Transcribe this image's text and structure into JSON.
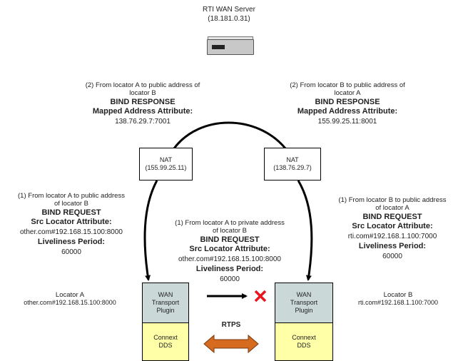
{
  "server": {
    "title": "RTI  WAN  Server",
    "address": "(18.181.0.31)",
    "icon": "server-box-icon"
  },
  "nat_a": {
    "label": "NAT",
    "address": "(155.99.25.11)"
  },
  "nat_b": {
    "label": "NAT",
    "address": "(138.76.29.7)"
  },
  "top_left": {
    "line1": "(2) From locator  A  to public address  of",
    "line2": "locator B",
    "title": "BIND RESPONSE",
    "attr": "Mapped Address  Attribute:",
    "value": "138.76.29.7:7001"
  },
  "top_right": {
    "line1": "(2) From locator  B to public address  of",
    "line2": "locator A",
    "title": "BIND RESPONSE",
    "attr": "Mapped Address  Attribute:",
    "value": "155.99.25.11:8001"
  },
  "left_msg": {
    "line1": "(1) From locator  A  to public address",
    "line2": "of locator B",
    "title": "BIND REQUEST",
    "attr": "Src Locator Attribute:",
    "value": "other.com#192.168.15.100:8000",
    "period_label": "Liveliness Period:",
    "period_value": "60000"
  },
  "center_msg": {
    "line1": "(1) From locator  A  to private address",
    "line2": "of locator B",
    "title": "BIND REQUEST",
    "attr": "Src Locator Attribute:",
    "value": "other.com#192.168.15.100:8000",
    "period_label": "Liveliness Period:",
    "period_value": "60000"
  },
  "right_msg": {
    "line1": "(1) From locator  B to public address",
    "line2": "of locator A",
    "title": "BIND REQUEST",
    "attr": "Src Locator Attribute:",
    "value": "rti.com#192.168.1.100:7000",
    "period_label": "Liveliness Period:",
    "period_value": "60000"
  },
  "locator_a": {
    "title": "Locator A",
    "address": "other.com#192.168.15.100:8000"
  },
  "locator_b": {
    "title": "Locator B",
    "address": "rti.com#192.168.1.100:7000"
  },
  "plugin_a": {
    "line1": "WAN",
    "line2": "Transport",
    "line3": "Plugin"
  },
  "plugin_b": {
    "line1": "WAN",
    "line2": "Transport",
    "line3": "Plugin"
  },
  "dds_a": {
    "line1": "Connext",
    "line2": "DDS"
  },
  "dds_b": {
    "line1": "Connext",
    "line2": "DDS"
  },
  "rtps_label": "RTPS",
  "colors": {
    "plugin_fill": "#cbd8d8",
    "dds_fill": "#ffffa8",
    "rtps_arrow": "#d66a1e",
    "blocked_x": "#e8141e",
    "server_body": "#c8c8c8"
  }
}
